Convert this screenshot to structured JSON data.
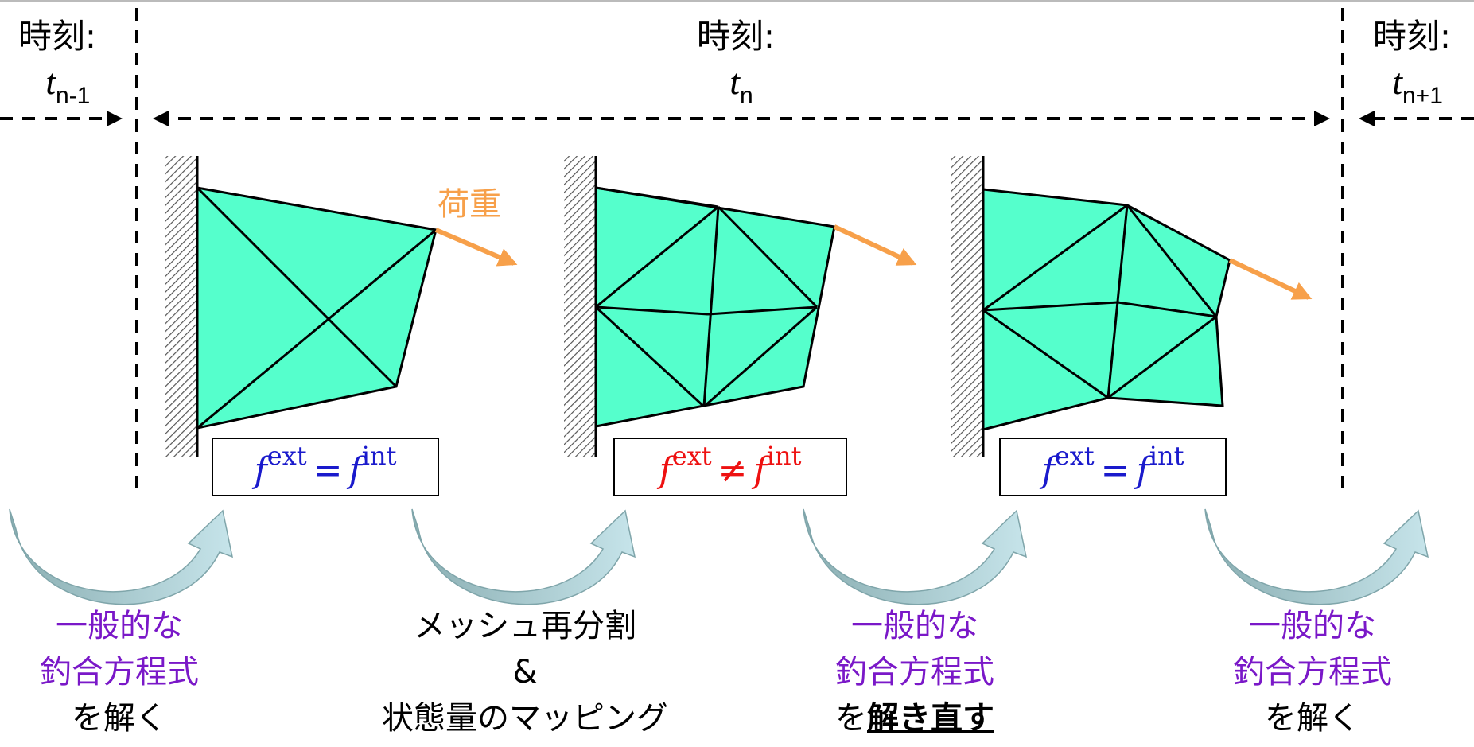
{
  "time_labels": [
    {
      "prefix": "時刻:",
      "var": "t",
      "sub": "n-1"
    },
    {
      "prefix": "時刻:",
      "var": "t",
      "sub": "n"
    },
    {
      "prefix": "時刻:",
      "var": "t",
      "sub": "n+1"
    }
  ],
  "load_label": "荷重",
  "equations": [
    {
      "f": "f",
      "left_sup": "ext",
      "op": "=",
      "right_sup": "int",
      "color": "#1a1acc"
    },
    {
      "f": "f",
      "left_sup": "ext",
      "op": "≠",
      "right_sup": "int",
      "color": "#ee1111"
    },
    {
      "f": "f",
      "left_sup": "ext",
      "op": "=",
      "right_sup": "int",
      "color": "#1a1acc"
    }
  ],
  "steps": [
    {
      "line1": "一般的な",
      "line2": "釣合方程式",
      "line3a": "を解く",
      "line3b": ""
    },
    {
      "line1": "メッシュ再分割",
      "line2": "&",
      "line3a": "状態量のマッピング",
      "line3b": ""
    },
    {
      "line1": "一般的な",
      "line2": "釣合方程式",
      "line3a": "を",
      "line3b": "解き直す"
    },
    {
      "line1": "一般的な",
      "line2": "釣合方程式",
      "line3a": "を解く",
      "line3b": ""
    }
  ],
  "colors": {
    "mesh_fill": "#55ffcc",
    "load_arrow": "#f7a04a",
    "curved_arrow": "#9fc8cf",
    "step_purple": "#7a18c8"
  }
}
